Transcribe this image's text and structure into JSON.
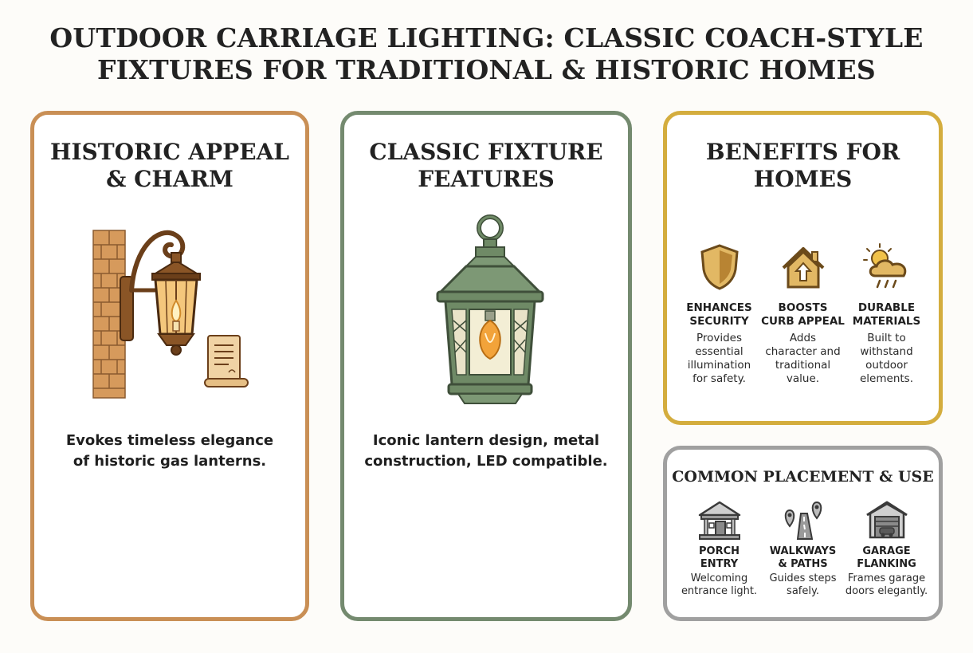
{
  "title": {
    "line1": "OUTDOOR CARRIAGE LIGHTING: CLASSIC COACH-STYLE",
    "line2": "FIXTURES FOR TRADITIONAL & HISTORIC HOMES"
  },
  "historic": {
    "heading_line1": "HISTORIC APPEAL",
    "heading_line2": "& CHARM",
    "desc_line1": "Evokes timeless elegance",
    "desc_line2": "of historic gas lanterns.",
    "border_color": "#c98f55"
  },
  "features": {
    "heading_line1": "CLASSIC FIXTURE",
    "heading_line2": "FEATURES",
    "desc_line1": "Iconic lantern design, metal",
    "desc_line2": "construction, LED compatible.",
    "border_color": "#748a6f"
  },
  "benefits": {
    "heading_line1": "BENEFITS FOR",
    "heading_line2": "HOMES",
    "border_color": "#d4ad3e",
    "items": [
      {
        "icon": "shield-icon",
        "title1": "ENHANCES",
        "title2": "SECURITY",
        "body": [
          "Provides",
          "essential",
          "illumination",
          "for safety."
        ]
      },
      {
        "icon": "house-icon",
        "title1": "BOOSTS",
        "title2": "CURB APPEAL",
        "body": [
          "Adds",
          "character and",
          "traditional",
          "value."
        ]
      },
      {
        "icon": "weather-icon",
        "title1": "DURABLE",
        "title2": "MATERIALS",
        "body": [
          "Built to",
          "withstand",
          "outdoor",
          "elements."
        ]
      }
    ]
  },
  "placement": {
    "heading": "COMMON PLACEMENT & USE",
    "border_color": "#a0a0a0",
    "items": [
      {
        "icon": "porch-icon",
        "title1": "PORCH",
        "title2": "ENTRY",
        "body": [
          "Welcoming",
          "entrance light."
        ]
      },
      {
        "icon": "path-icon",
        "title1": "WALKWAYS",
        "title2": "& PATHS",
        "body": [
          "Guides steps",
          "safely."
        ]
      },
      {
        "icon": "garage-icon",
        "title1": "GARAGE",
        "title2": "FLANKING",
        "body": [
          "Frames garage",
          "doors elegantly."
        ]
      }
    ]
  }
}
